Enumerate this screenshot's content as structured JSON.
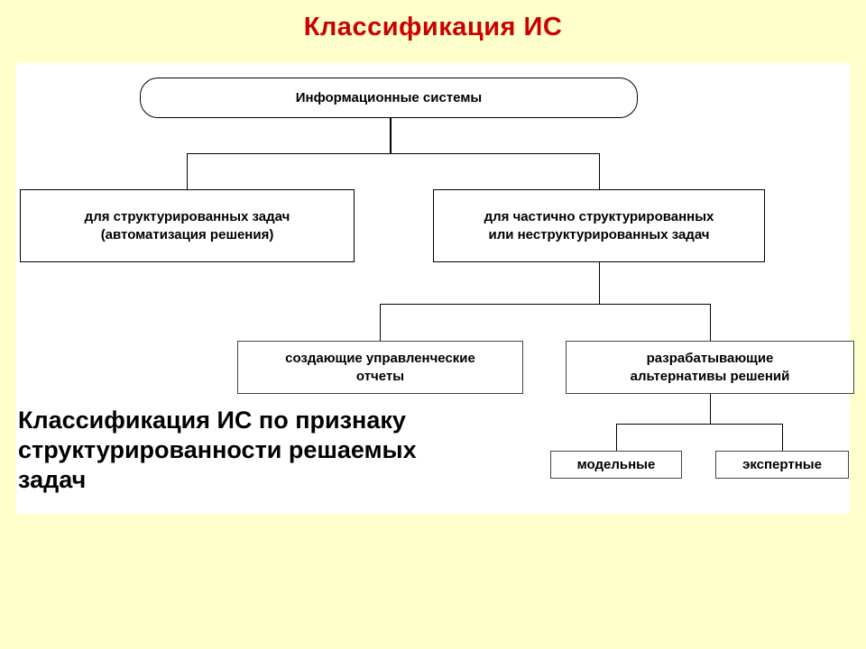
{
  "slide": {
    "title": "Классификация ИС",
    "background_color": "#FFFFCC",
    "title_color": "#CC0000"
  },
  "diagram": {
    "root": {
      "label": "Информационные системы"
    },
    "structured": {
      "lines": [
        "для структурированных задач",
        "(автоматизация решения)"
      ]
    },
    "semistructured": {
      "lines": [
        "для частично структурированных",
        "или неструктурированных задач"
      ]
    },
    "reports": {
      "lines": [
        "создающие управленческие",
        "отчеты"
      ]
    },
    "alternatives": {
      "lines": [
        "разрабатывающие",
        "альтернативы решений"
      ]
    },
    "model": {
      "label": "модельные"
    },
    "expert": {
      "label": "экспертные"
    }
  },
  "caption": {
    "lines": [
      "Классификация ИС по признаку",
      "структурированности решаемых",
      "задач"
    ]
  }
}
